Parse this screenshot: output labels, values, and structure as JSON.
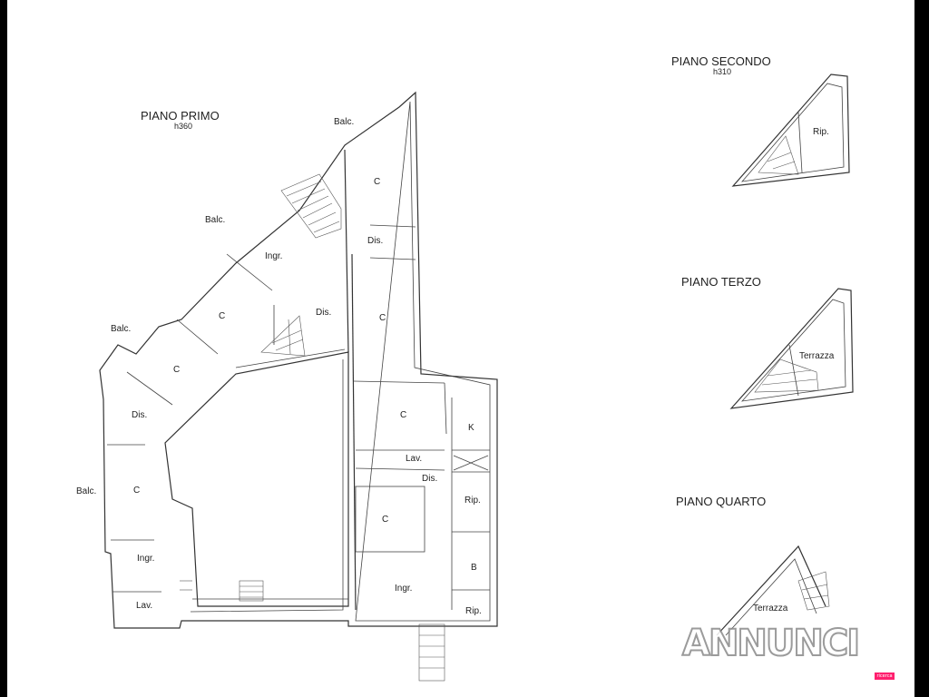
{
  "floors": {
    "primo": {
      "title": "PIANO PRIMO",
      "height": "h360"
    },
    "secondo": {
      "title": "PIANO SECONDO",
      "height": "h310"
    },
    "terzo": {
      "title": "PIANO TERZO"
    },
    "quarto": {
      "title": "PIANO QUARTO"
    }
  },
  "labels": {
    "balc": "Balc.",
    "c": "C",
    "dis": "Dis.",
    "ingr": "Ingr.",
    "lav": "Lav.",
    "k": "K",
    "rip": "Rip.",
    "b": "B",
    "terrazza": "Terrazza"
  },
  "watermark": "ANNUNCI",
  "badge": "ricerca"
}
